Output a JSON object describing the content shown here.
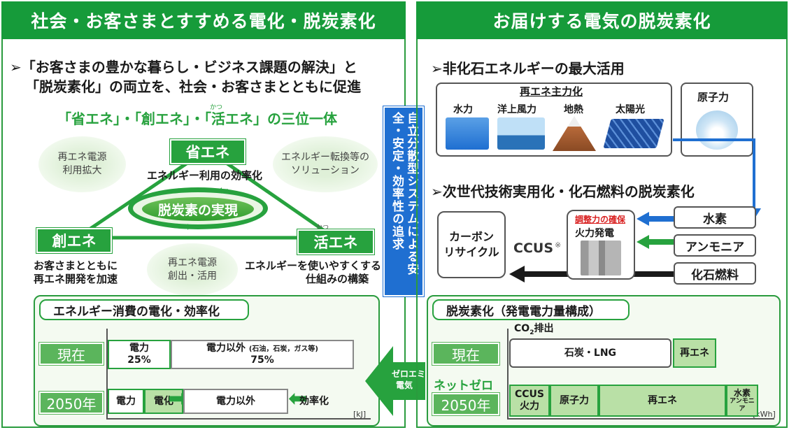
{
  "left": {
    "header": "社会・お客さまとすすめる電化・脱炭素化",
    "bullet_line1": "➢「お客さまの豊かな暮らし・ビジネス課題の解決」と",
    "bullet_line2": "「脱炭素化」の両立を、社会・お客さまとともに促進",
    "trinity": "「省エネ」・「創エネ」・「活エネ」の三位一体",
    "ruby_katsu": "かつ",
    "blob_tl": "再エネ電源\n利用拡大",
    "blob_tr": "エネルギー転換等の\nソリューション",
    "blob_bm": "再エネ電源\n創出・活用",
    "shoene": "省エネ",
    "shoene_desc": "エネルギー利用の効率化",
    "center": "脱炭素の実現",
    "souene": "創エネ",
    "souene_desc1": "お客さまとともに",
    "souene_desc2": "再エネ開発を加速",
    "katsuene": "活エネ",
    "katsuene_ruby": "かつ",
    "katsuene_desc1": "エネルギーを使いやすくする",
    "katsuene_desc2": "仕組みの構築"
  },
  "middle": {
    "vertical_text": "自立分散型システムによる安全・安定・効率性の追求",
    "arrow_label1": "ゼロエミ",
    "arrow_label2": "電気"
  },
  "consumption": {
    "title": "エネルギー消費の電化・効率化",
    "row_now": "現在",
    "row_2050": "2050年",
    "now_elec": "電力",
    "now_elec_pct": "25%",
    "now_other": "電力以外",
    "now_other_note": "(石油，石炭，ガス等)",
    "now_other_pct": "75%",
    "f_elec": "電力",
    "f_electrify": "電化",
    "f_other": "電力以外",
    "f_efficiency": "効率化",
    "unit": "[kJ]"
  },
  "right": {
    "header": "お届けする電気の脱炭素化",
    "bullet1": "➢非化石エネルギーの最大活用",
    "renew_main": "再エネ主力化",
    "hydro": "水力",
    "offshore": "洋上風力",
    "geothermal": "地熱",
    "solar": "太陽光",
    "nuclear": "原子力",
    "bullet2": "➢次世代技術実用化・化石燃料の脱炭素化",
    "carbon1": "カーボン",
    "carbon2": "リサイクル",
    "ccus": "CCUS",
    "ccus_mark": "※",
    "adjust": "調整力の確保",
    "thermal": "火力発電",
    "hydrogen": "水素",
    "ammonia": "アンモニア",
    "fossil": "化石燃料"
  },
  "generation": {
    "title": "脱炭素化（発電電力量構成）",
    "co2": "CO",
    "co2_sub": "2",
    "co2_suffix": "排出",
    "row_now": "現在",
    "row_nz": "ネットゼロ",
    "row_2050": "2050年",
    "now_coal": "石炭・LNG",
    "now_renew": "再エネ",
    "f_ccus1": "CCUS",
    "f_ccus2": "火力",
    "f_nuclear": "原子力",
    "f_renew": "再エネ",
    "f_h1": "水素",
    "f_h2": "アンモニア",
    "unit": "[kWh]"
  },
  "colors": {
    "green": "#169b3a",
    "blue": "#1f6fd1",
    "dark": "#1a1a1a"
  }
}
